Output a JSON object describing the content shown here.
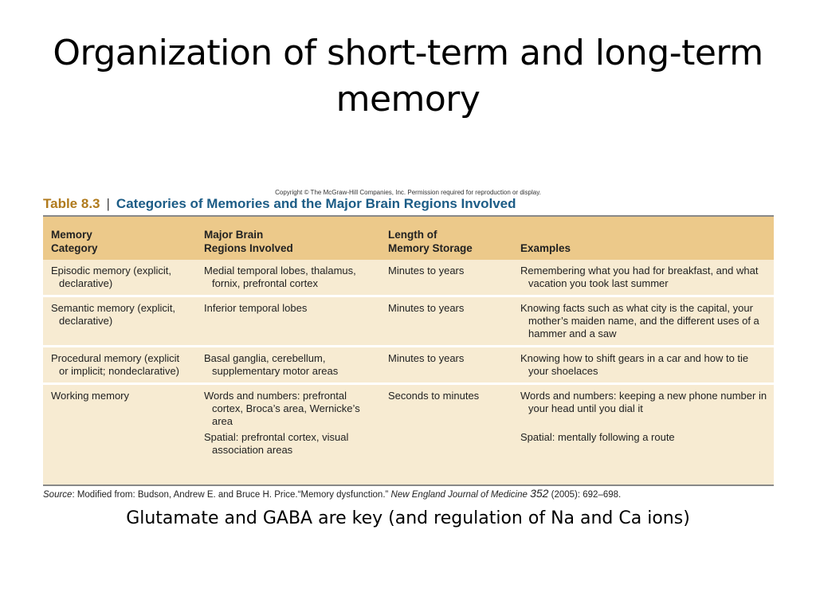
{
  "slide": {
    "title": "Organization of short-term and long-term memory",
    "footer": "Glutamate and GABA are key (and regulation of Na and Ca ions)"
  },
  "table": {
    "copyright": "Copyright © The McGraw-Hill Companies, Inc. Permission required for reproduction or display.",
    "label": "Table 8.3",
    "separator": "|",
    "caption": "Categories of Memories and the Major Brain Regions Involved",
    "headers": [
      [
        "Memory",
        "Category"
      ],
      [
        "Major Brain",
        "Regions Involved"
      ],
      [
        "Length of",
        "Memory Storage"
      ],
      [
        "",
        "Examples"
      ]
    ],
    "rows": [
      {
        "category": "Episodic memory (explicit, declarative)",
        "regions": [
          "Medial temporal lobes, thalamus, fornix, prefrontal cortex"
        ],
        "length": "Minutes to years",
        "examples": [
          "Remembering what you had for breakfast, and what vacation you took last summer"
        ]
      },
      {
        "category": "Semantic memory (explicit, declarative)",
        "regions": [
          "Inferior temporal lobes"
        ],
        "length": "Minutes to years",
        "examples": [
          "Knowing facts such as what city is the capital, your mother’s maiden name, and the different uses of a hammer and a saw"
        ]
      },
      {
        "category": "Procedural memory (explicit or implicit; nondeclarative)",
        "regions": [
          "Basal ganglia, cerebellum, supplementary motor areas"
        ],
        "length": "Minutes to years",
        "examples": [
          "Knowing how to shift gears in a car and how to tie your shoelaces"
        ]
      },
      {
        "category": "Working memory",
        "regions": [
          "Words and numbers: prefrontal cortex, Broca’s area, Wernicke’s area",
          "Spatial: prefrontal cortex, visual association areas"
        ],
        "length": "Seconds to minutes",
        "examples": [
          "Words and numbers: keeping a new phone number in your head until you dial it",
          "Spatial: mentally following a route"
        ]
      }
    ],
    "source": {
      "label": "Source",
      "text": ": Modified from: Budson, Andrew E. and Bruce H. Price.“Memory dysfunction.” ",
      "journal": "New England Journal of Medicine",
      "volume": "352",
      "tail": " (2005): 692–698."
    }
  }
}
